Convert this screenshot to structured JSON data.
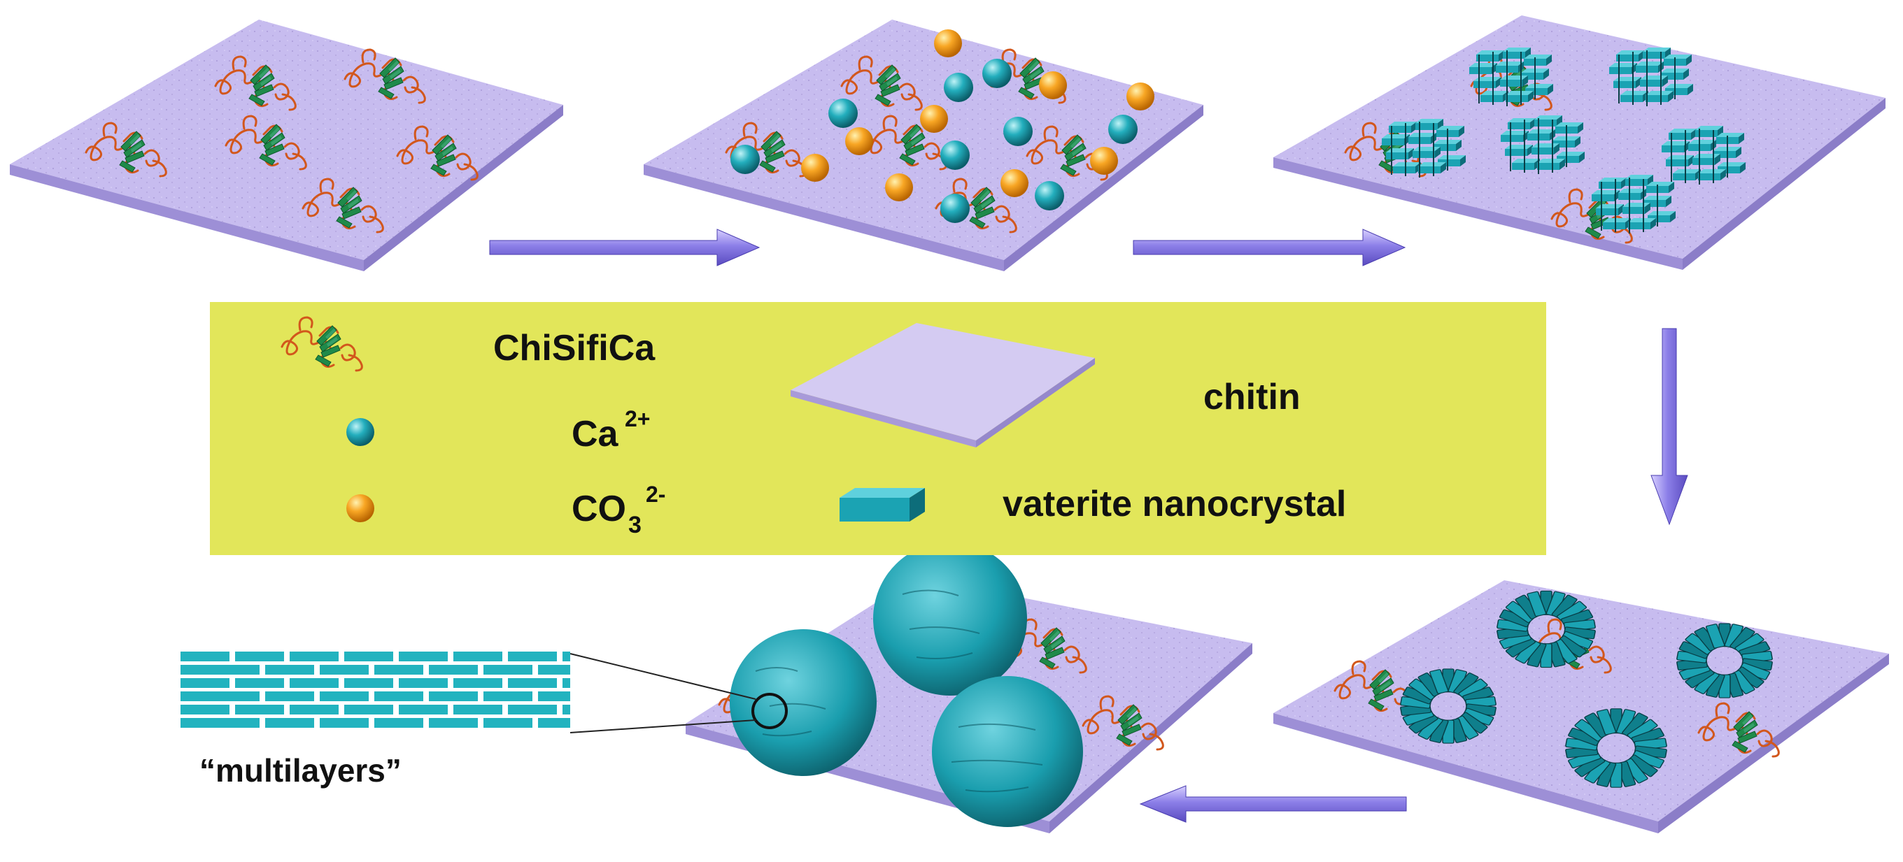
{
  "legend": {
    "chisifica": "ChiSifiCa",
    "calcium": "Ca",
    "calcium_charge": "2+",
    "carbonate": "CO",
    "carbonate_sub": "3",
    "carbonate_charge": "2-",
    "chitin": "chitin",
    "vaterite": "vaterite nanocrystal"
  },
  "multilayers_label": "“multilayers”",
  "colors": {
    "plate_top": "#c9bdf0",
    "plate_side": "#9d8fd6",
    "legend_bg": "#e2e65a",
    "arrow": "#8a7de6",
    "polymer": "#d2571c",
    "leaf": "#1f8a4a",
    "calcium": "#1fa6b5",
    "carbonate": "#f5a020",
    "crystal": "#1ba3b3",
    "crystal_dark": "#0d6d7a"
  },
  "icons": {
    "chisifica": "polymer-chain-icon",
    "calcium": "cyan-sphere-icon",
    "carbonate": "orange-sphere-icon",
    "chitin": "chitin-plate-icon",
    "vaterite": "teal-block-icon"
  }
}
